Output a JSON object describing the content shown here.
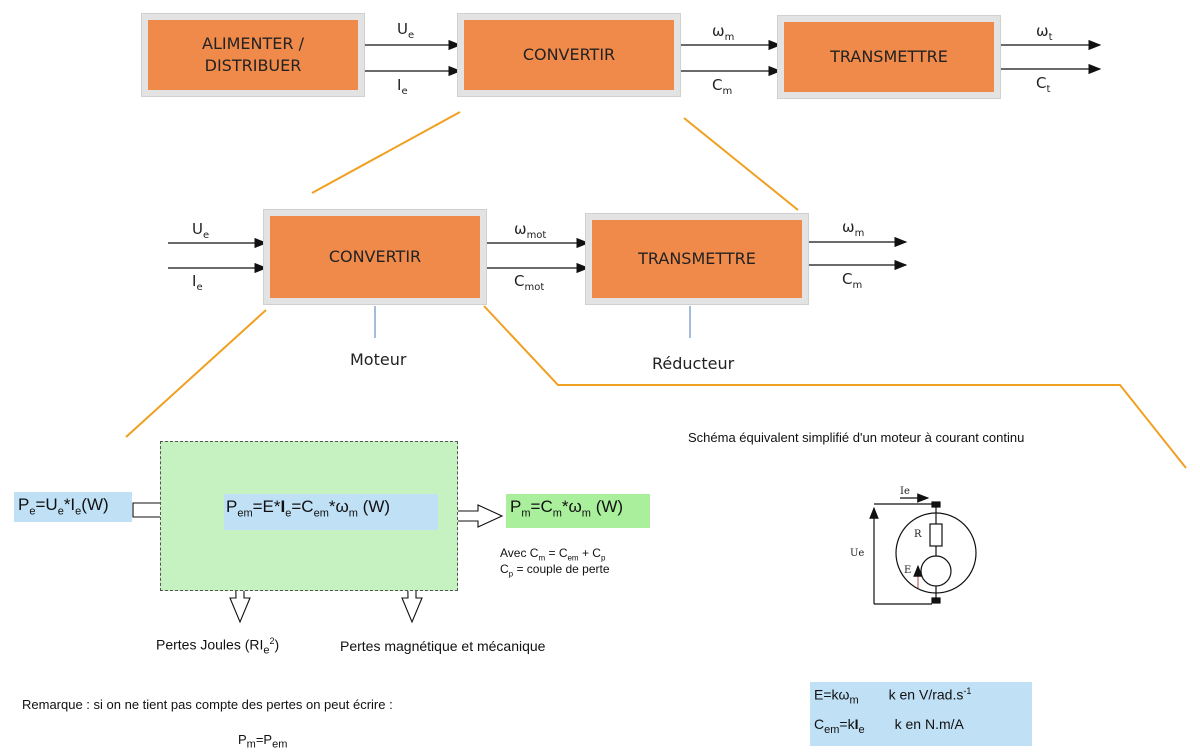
{
  "top_row": {
    "box1": "ALIMENTER /\nDISTRIBUER",
    "box2": "CONVERTIR",
    "box3": "TRANSMETTRE",
    "in1": "U",
    "in1_sub": "e",
    "in2": "I",
    "in2_sub": "e",
    "mid1": "ω",
    "mid1_sub": "m",
    "mid2": "C",
    "mid2_sub": "m",
    "out1": "ω",
    "out1_sub": "t",
    "out2": "C",
    "out2_sub": "t"
  },
  "second_row": {
    "box1": "CONVERTIR",
    "box2": "TRANSMETTRE",
    "in1": "U",
    "in1_sub": "e",
    "in2": "I",
    "in2_sub": "e",
    "mid1": "ω",
    "mid1_sub": "mot",
    "mid2": "C",
    "mid2_sub": "mot",
    "out1": "ω",
    "out1_sub": "m",
    "out2": "C",
    "out2_sub": "m",
    "caption1": "Moteur",
    "caption2": "Réducteur"
  },
  "power": {
    "pe": "P",
    "pe_sub": "e",
    "pe_rest1": "=U",
    "pe_sub2": "e",
    "pe_rest2": "*I",
    "pe_sub3": "e",
    "pe_rest3": "(W)",
    "pem_a": "P",
    "pem_sub": "em",
    "pem_b": "=E*",
    "pem_c": "I",
    "pem_c_sub": "e",
    "pem_d": "=C",
    "pem_d_sub": "em",
    "pem_e": "*ω",
    "pem_e_sub": "m",
    "pem_f": " (W)",
    "pm_a": "P",
    "pm_sub": "m",
    "pm_b": "=C",
    "pm_b_sub": "m",
    "pm_c": "*ω",
    "pm_c_sub": "m",
    "pm_d": " (W)",
    "avec_a": "Avec C",
    "avec_sub1": "m",
    "avec_b": " = C",
    "avec_sub2": "em",
    "avec_c": " + C",
    "avec_sub3": "p",
    "cp_a": "C",
    "cp_sub": "p",
    "cp_b": " = couple de perte",
    "joules_a": "Pertes Joules (RI",
    "joules_sub": "e",
    "joules_sup": "2",
    "joules_b": ")",
    "magn": "Pertes magnétique et mécanique",
    "remarque": "Remarque : si on ne tient pas compte des pertes on peut écrire :",
    "eq_a": "P",
    "eq_sub1": "m",
    "eq_b": "=P",
    "eq_sub2": "em"
  },
  "schema": {
    "title": "Schéma équivalent simplifié d'un moteur à courant continu",
    "ie": "Ie",
    "ue": "Ue",
    "r": "R",
    "e": "E"
  },
  "relations": {
    "r1_a": "E=kω",
    "r1_sub": "m",
    "r1_unit": "k en V/rad.s",
    "r1_sup": "-1",
    "r2_a": "C",
    "r2_sub": "em",
    "r2_b": "=k",
    "r2_c": "I",
    "r2_c_sub": "e",
    "r2_unit": "k en N.m/A"
  },
  "colors": {
    "box": "#f08a4b",
    "connector": "#f0a020",
    "blue": "#bfe0f5",
    "green": "#a9ef9c",
    "green_zone": "#c6f2c1"
  }
}
